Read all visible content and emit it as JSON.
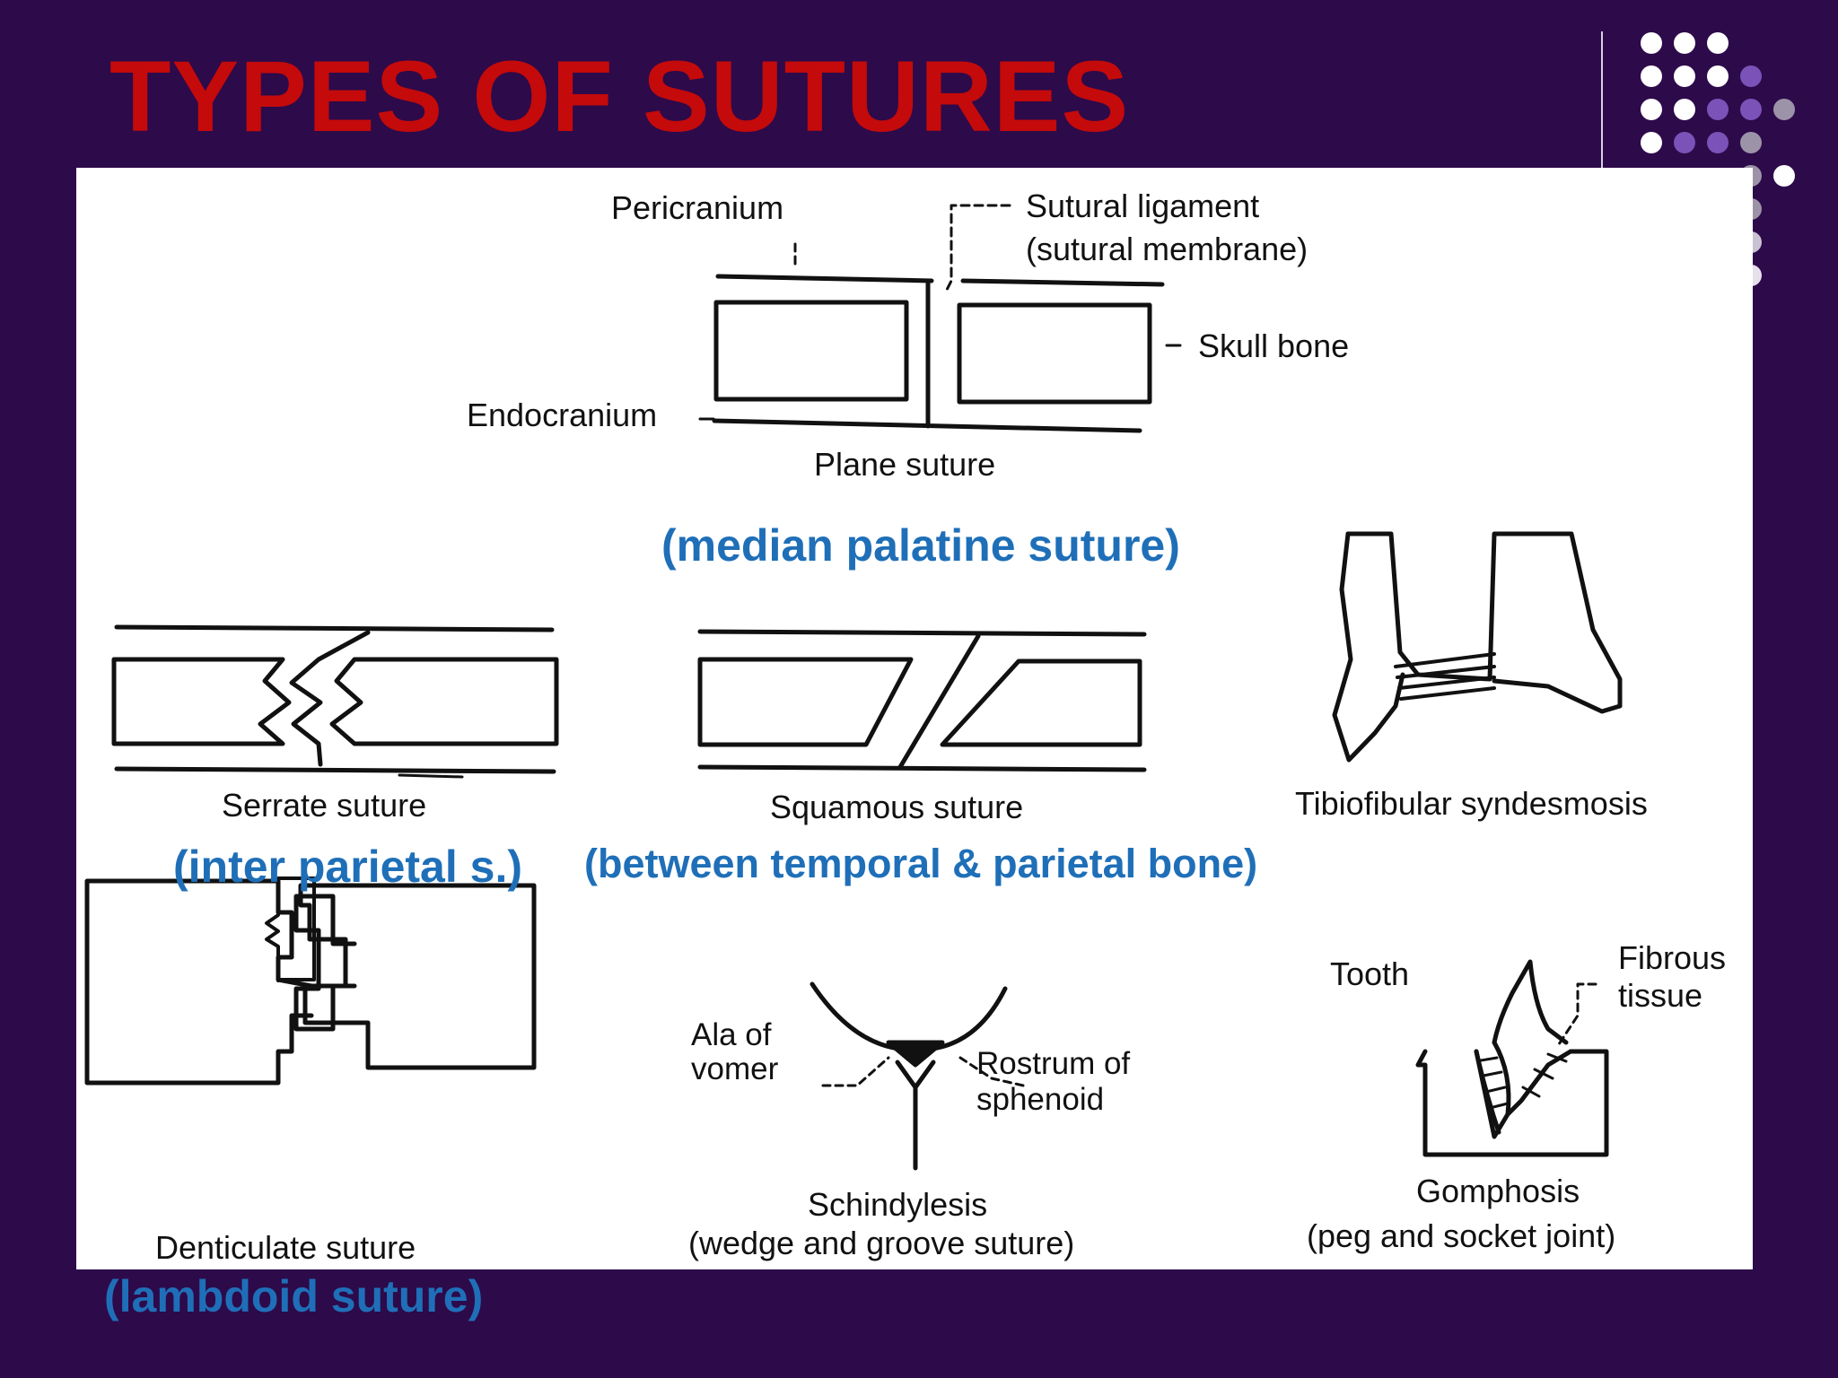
{
  "title": "TYPES OF SUTURES",
  "colors": {
    "background": "#2d0a4a",
    "title": "#c40a0a",
    "note": "#1f6fb8",
    "panel": "#ffffff",
    "dot_white": "#ffffff",
    "dot_purple": "#7b52b8",
    "dot_gray": "#9d93a8"
  },
  "plane": {
    "pericranium": "Pericranium",
    "sutural_ligament_1": "Sutural ligament",
    "sutural_ligament_2": "(sutural membrane)",
    "skull_bone": "Skull bone",
    "endocranium": "Endocranium",
    "caption": "Plane suture",
    "note": "(median palatine suture)"
  },
  "serrate": {
    "caption": "Serrate suture",
    "note": "(inter parietal s.)"
  },
  "squamous": {
    "caption": "Squamous suture",
    "note": "(between temporal & parietal bone)"
  },
  "tibiofibular": {
    "caption": "Tibiofibular syndesmosis"
  },
  "denticulate": {
    "caption": "Denticulate suture",
    "note": "(lambdoid suture)"
  },
  "schindylesis": {
    "ala_1": "Ala of",
    "ala_2": "vomer",
    "rostrum_1": "Rostrum of",
    "rostrum_2": "sphenoid",
    "caption_1": "Schindylesis",
    "caption_2": "(wedge and groove suture)"
  },
  "gomphosis": {
    "tooth": "Tooth",
    "fibrous_1": "Fibrous",
    "fibrous_2": "tissue",
    "caption_1": "Gomphosis",
    "caption_2": "(peg and socket joint)"
  }
}
